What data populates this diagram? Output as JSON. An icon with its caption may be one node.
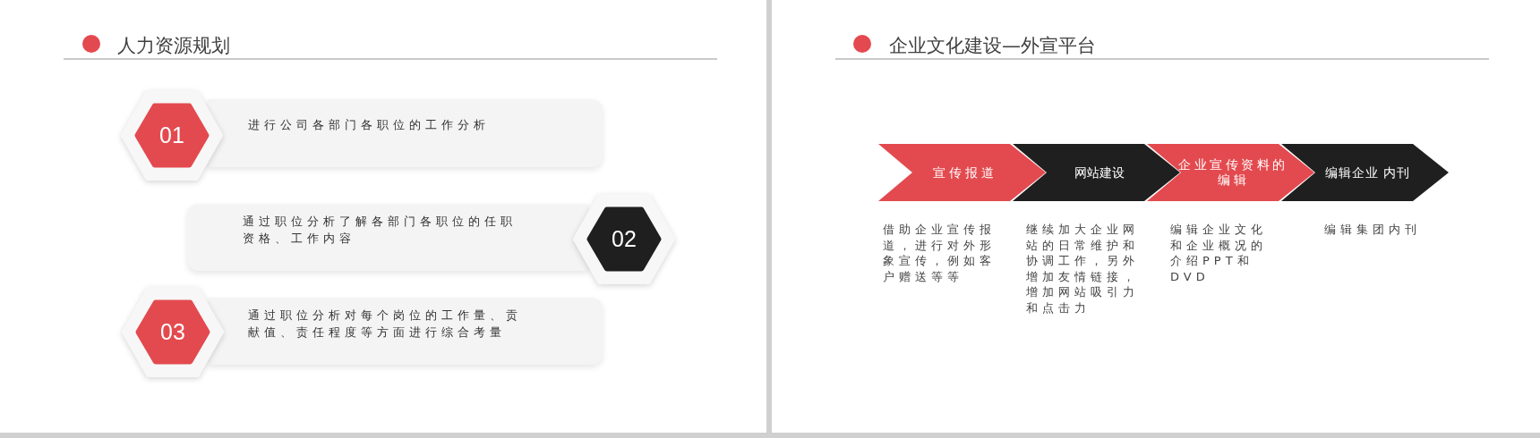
{
  "diagram": {
    "nodes": [
      {
        "text": [
          "01"
        ]
      },
      {
        "text": [
          "进行公司各部门各职位的工作分析"
        ]
      },
      {
        "text": [
          "通过职位分析了解各部门各职位的任职资格、工作内容"
        ]
      },
      {
        "text": [
          "02"
        ]
      },
      {
        "text": [
          "03"
        ]
      },
      {
        "text": [
          "通过职位分析对每个岗位的工作量、贡献值、责任程度等方面进行综合考量"
        ]
      },
      {
        "text": [
          "宣传报道"
        ],
        "beside": [
          "借助企业宣传报道，进行对外形象宣传，例如客户赠送等等"
        ]
      },
      {
        "text": [
          "网站建设"
        ],
        "beside": [
          "继续加大企业网站的日常维护和协调工作，另外增加友情链接，增加网站吸引力和点击力"
        ]
      },
      {
        "text": [
          "企业宣传资料的编辑"
        ],
        "beside": [
          "编辑企业文化和企业概况的介绍PPT和DVD"
        ]
      },
      {
        "text": [
          "编辑企业 内刊"
        ],
        "beside": [
          "编辑集团内刊"
        ]
      }
    ],
    "labels": [
      "人力资源规划",
      "企业文化建设—外宣平台"
    ]
  }
}
